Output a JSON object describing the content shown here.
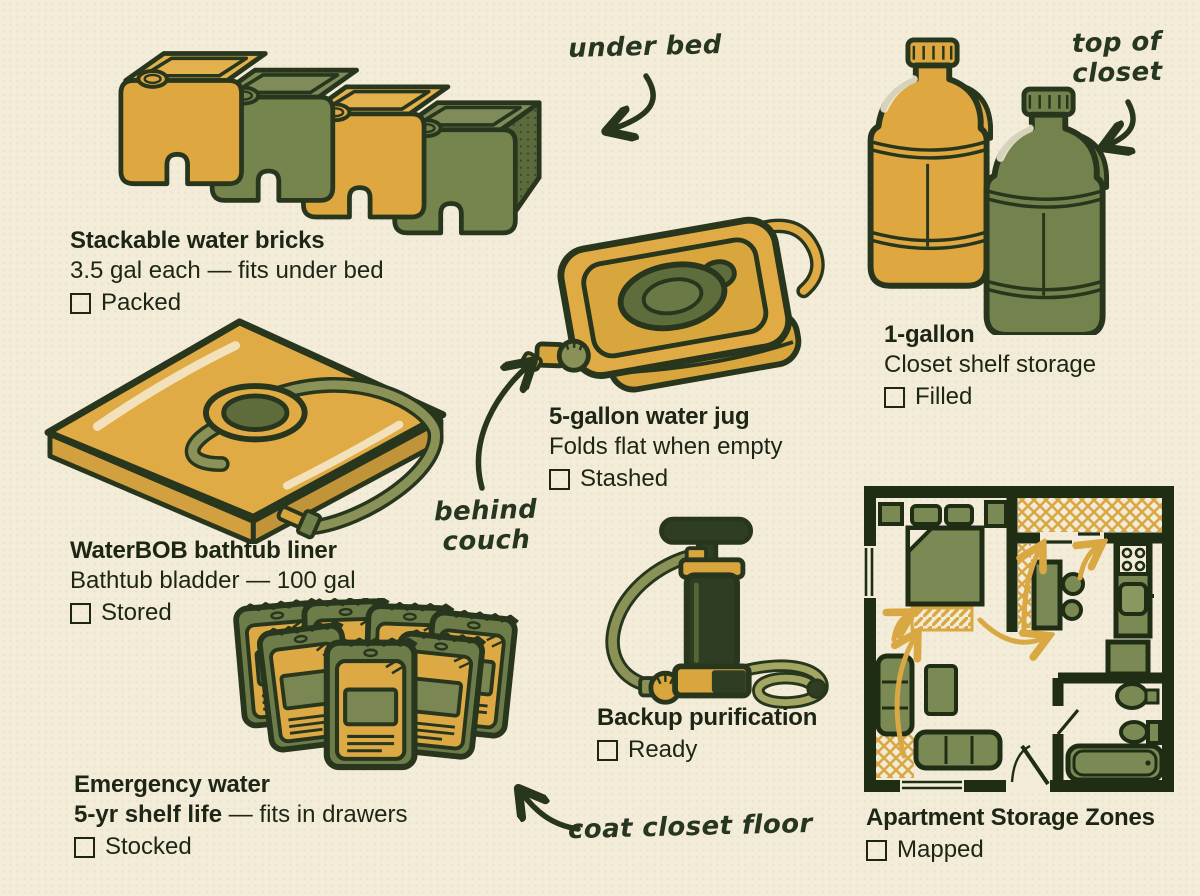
{
  "colors": {
    "background": "#f2ecd9",
    "ink": "#27361d",
    "yellow": "#dfa840",
    "olive": "#7b8a55",
    "arrow_yellow": "#d9a843",
    "text": "#1d2614"
  },
  "items": {
    "bricks": {
      "title": "Stackable water bricks",
      "subtitle": "3.5 gal each — fits under bed",
      "status": "Packed"
    },
    "gallon": {
      "title": "1-gallon",
      "subtitle": "Closet shelf storage",
      "status": "Filled"
    },
    "waterbob": {
      "title": "WaterBOB bathtub liner",
      "subtitle": "Bathtub bladder — 100 gal",
      "status": "Stored"
    },
    "jug5": {
      "title": "5-gallon water jug",
      "subtitle": "Folds flat when empty",
      "status": "Stashed"
    },
    "pump": {
      "title": "Backup purification",
      "status": "Ready"
    },
    "pouches": {
      "title": "Emergency water",
      "subtitle_bold": "5-yr shelf life",
      "subtitle_rest": " — fits in drawers",
      "status": "Stocked"
    },
    "floorplan": {
      "title": "Apartment Storage Zones",
      "status": "Mapped"
    }
  },
  "annotations": {
    "under_bed": "under bed",
    "top_of_closet_1": "top of",
    "top_of_closet_2": "closet",
    "behind_couch_1": "behind",
    "behind_couch_2": "couch",
    "coat_closet": "coat closet floor"
  }
}
